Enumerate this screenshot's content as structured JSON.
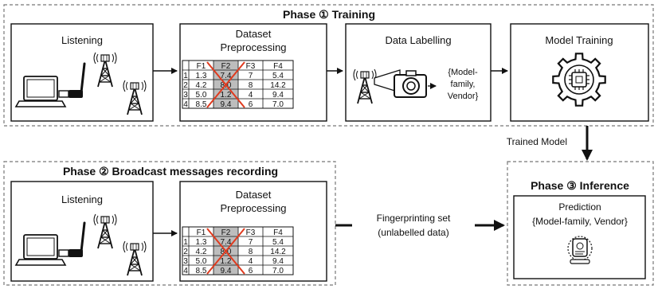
{
  "phase1": {
    "title": "Phase ① Training",
    "listening": "Listening",
    "preprocessing": [
      "Dataset",
      "Preprocessing"
    ],
    "labelling": "Data Labelling",
    "label_output": [
      "{Model-",
      "family,",
      "Vendor}"
    ],
    "training": "Model Training"
  },
  "trained_model": "Trained Model",
  "phase2": {
    "title": "Phase ② Broadcast messages recording",
    "listening": "Listening",
    "preprocessing": [
      "Dataset",
      "Preprocessing"
    ]
  },
  "fingerprinting": [
    "Fingerprinting set",
    "(unlabelled data)"
  ],
  "phase3": {
    "title": "Phase ③ Inference",
    "prediction": "Prediction",
    "prediction_value": "{Model-family, Vendor}"
  },
  "table": {
    "headers": [
      "F1",
      "F2",
      "F3",
      "F4"
    ],
    "rows": [
      {
        "id": "1",
        "values": [
          "1.3",
          "7.4",
          "7",
          "5.4"
        ]
      },
      {
        "id": "2",
        "values": [
          "4.2",
          "8.0",
          "8",
          "14.2"
        ]
      },
      {
        "id": "3",
        "values": [
          "5.0",
          "1.2",
          "4",
          "9.4"
        ]
      },
      {
        "id": "4",
        "values": [
          "8.5",
          "9.4",
          "6",
          "7.0"
        ]
      }
    ]
  },
  "colors": {
    "cross": "#e03a1e",
    "shaded_column": "#bdbdbd"
  },
  "icons": [
    "laptop-icon",
    "usb-antenna-icon",
    "radio-tower-icon",
    "camera-icon",
    "gear-chip-icon",
    "fingerprint-device-icon"
  ]
}
